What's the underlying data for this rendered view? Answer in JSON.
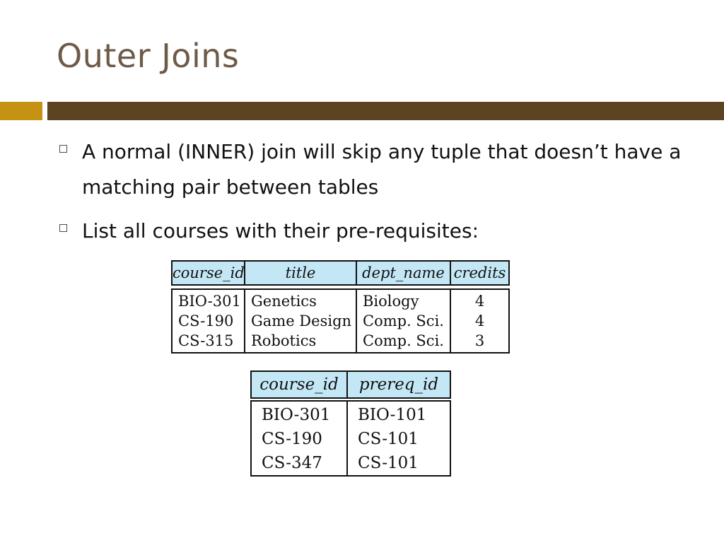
{
  "slide": {
    "title": "Outer Joins",
    "bullets": [
      "A normal (INNER) join will skip any tuple that doesn’t have a matching pair between tables",
      "List all courses with their pre-requisites:"
    ]
  },
  "course_table": {
    "headers": [
      "course_id",
      "title",
      "dept_name",
      "credits"
    ],
    "rows": [
      [
        "BIO-301",
        "Genetics",
        "Biology",
        "4"
      ],
      [
        "CS-190",
        "Game Design",
        "Comp. Sci.",
        "4"
      ],
      [
        "CS-315",
        "Robotics",
        "Comp. Sci.",
        "3"
      ]
    ]
  },
  "prereq_table": {
    "headers": [
      "course_id",
      "prereq_id"
    ],
    "rows": [
      [
        "BIO-301",
        "BIO-101"
      ],
      [
        "CS-190",
        "CS-101"
      ],
      [
        "CS-347",
        "CS-101"
      ]
    ]
  },
  "colors": {
    "title": "#6e5a48",
    "accent_gold": "#c69214",
    "accent_brown": "#5c4423",
    "header_fill": "#c4e7f5"
  }
}
